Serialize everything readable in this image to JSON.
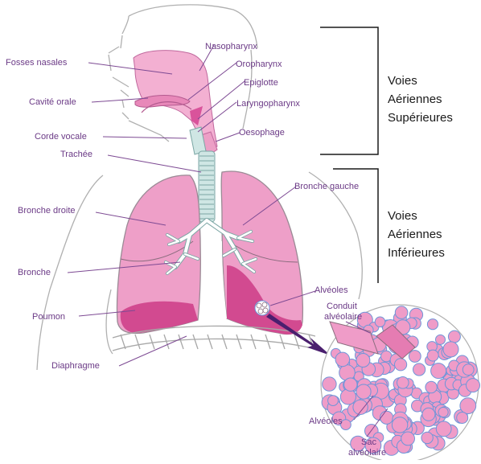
{
  "labels": {
    "fosses_nasales": "Fosses nasales",
    "cavite_orale": "Cavité orale",
    "corde_vocale": "Corde vocale",
    "trachee": "Trachée",
    "bronche_droite": "Bronche droite",
    "bronche": "Bronche",
    "poumon": "Poumon",
    "diaphragme": "Diaphragme",
    "nasopharynx": "Nasopharynx",
    "oropharynx": "Oropharynx",
    "epiglotte": "Epiglotte",
    "laryngopharynx": "Laryngopharynx",
    "oesophage": "Oesophage",
    "bronche_gauche": "Bronche gauche",
    "alveoles_top": "Alvéoles",
    "conduit_line1": "Conduit",
    "conduit_line2": "alvéolaire",
    "alveoles_bottom": "Alvéoles",
    "sac_line1": "Sac",
    "sac_line2": "alvéolaire"
  },
  "groups": {
    "superieures": [
      "Voies",
      "Aériennes",
      "Supérieures"
    ],
    "inferieures": [
      "Voies",
      "Aériennes",
      "Inférieures"
    ]
  },
  "colors": {
    "label_text": "#6b3a86",
    "leader_line": "#7d4a93",
    "lung_fill": "#ee9fc8",
    "lung_dark": "#d24a90",
    "airway_fill": "#f3b0d2",
    "trachea": "#cfe6e4",
    "outline": "#a8a8a8",
    "arrow": "#4a1f6e",
    "alveoli_fill": "#ef9cc8",
    "alveoli_stroke": "#6f95d8"
  }
}
